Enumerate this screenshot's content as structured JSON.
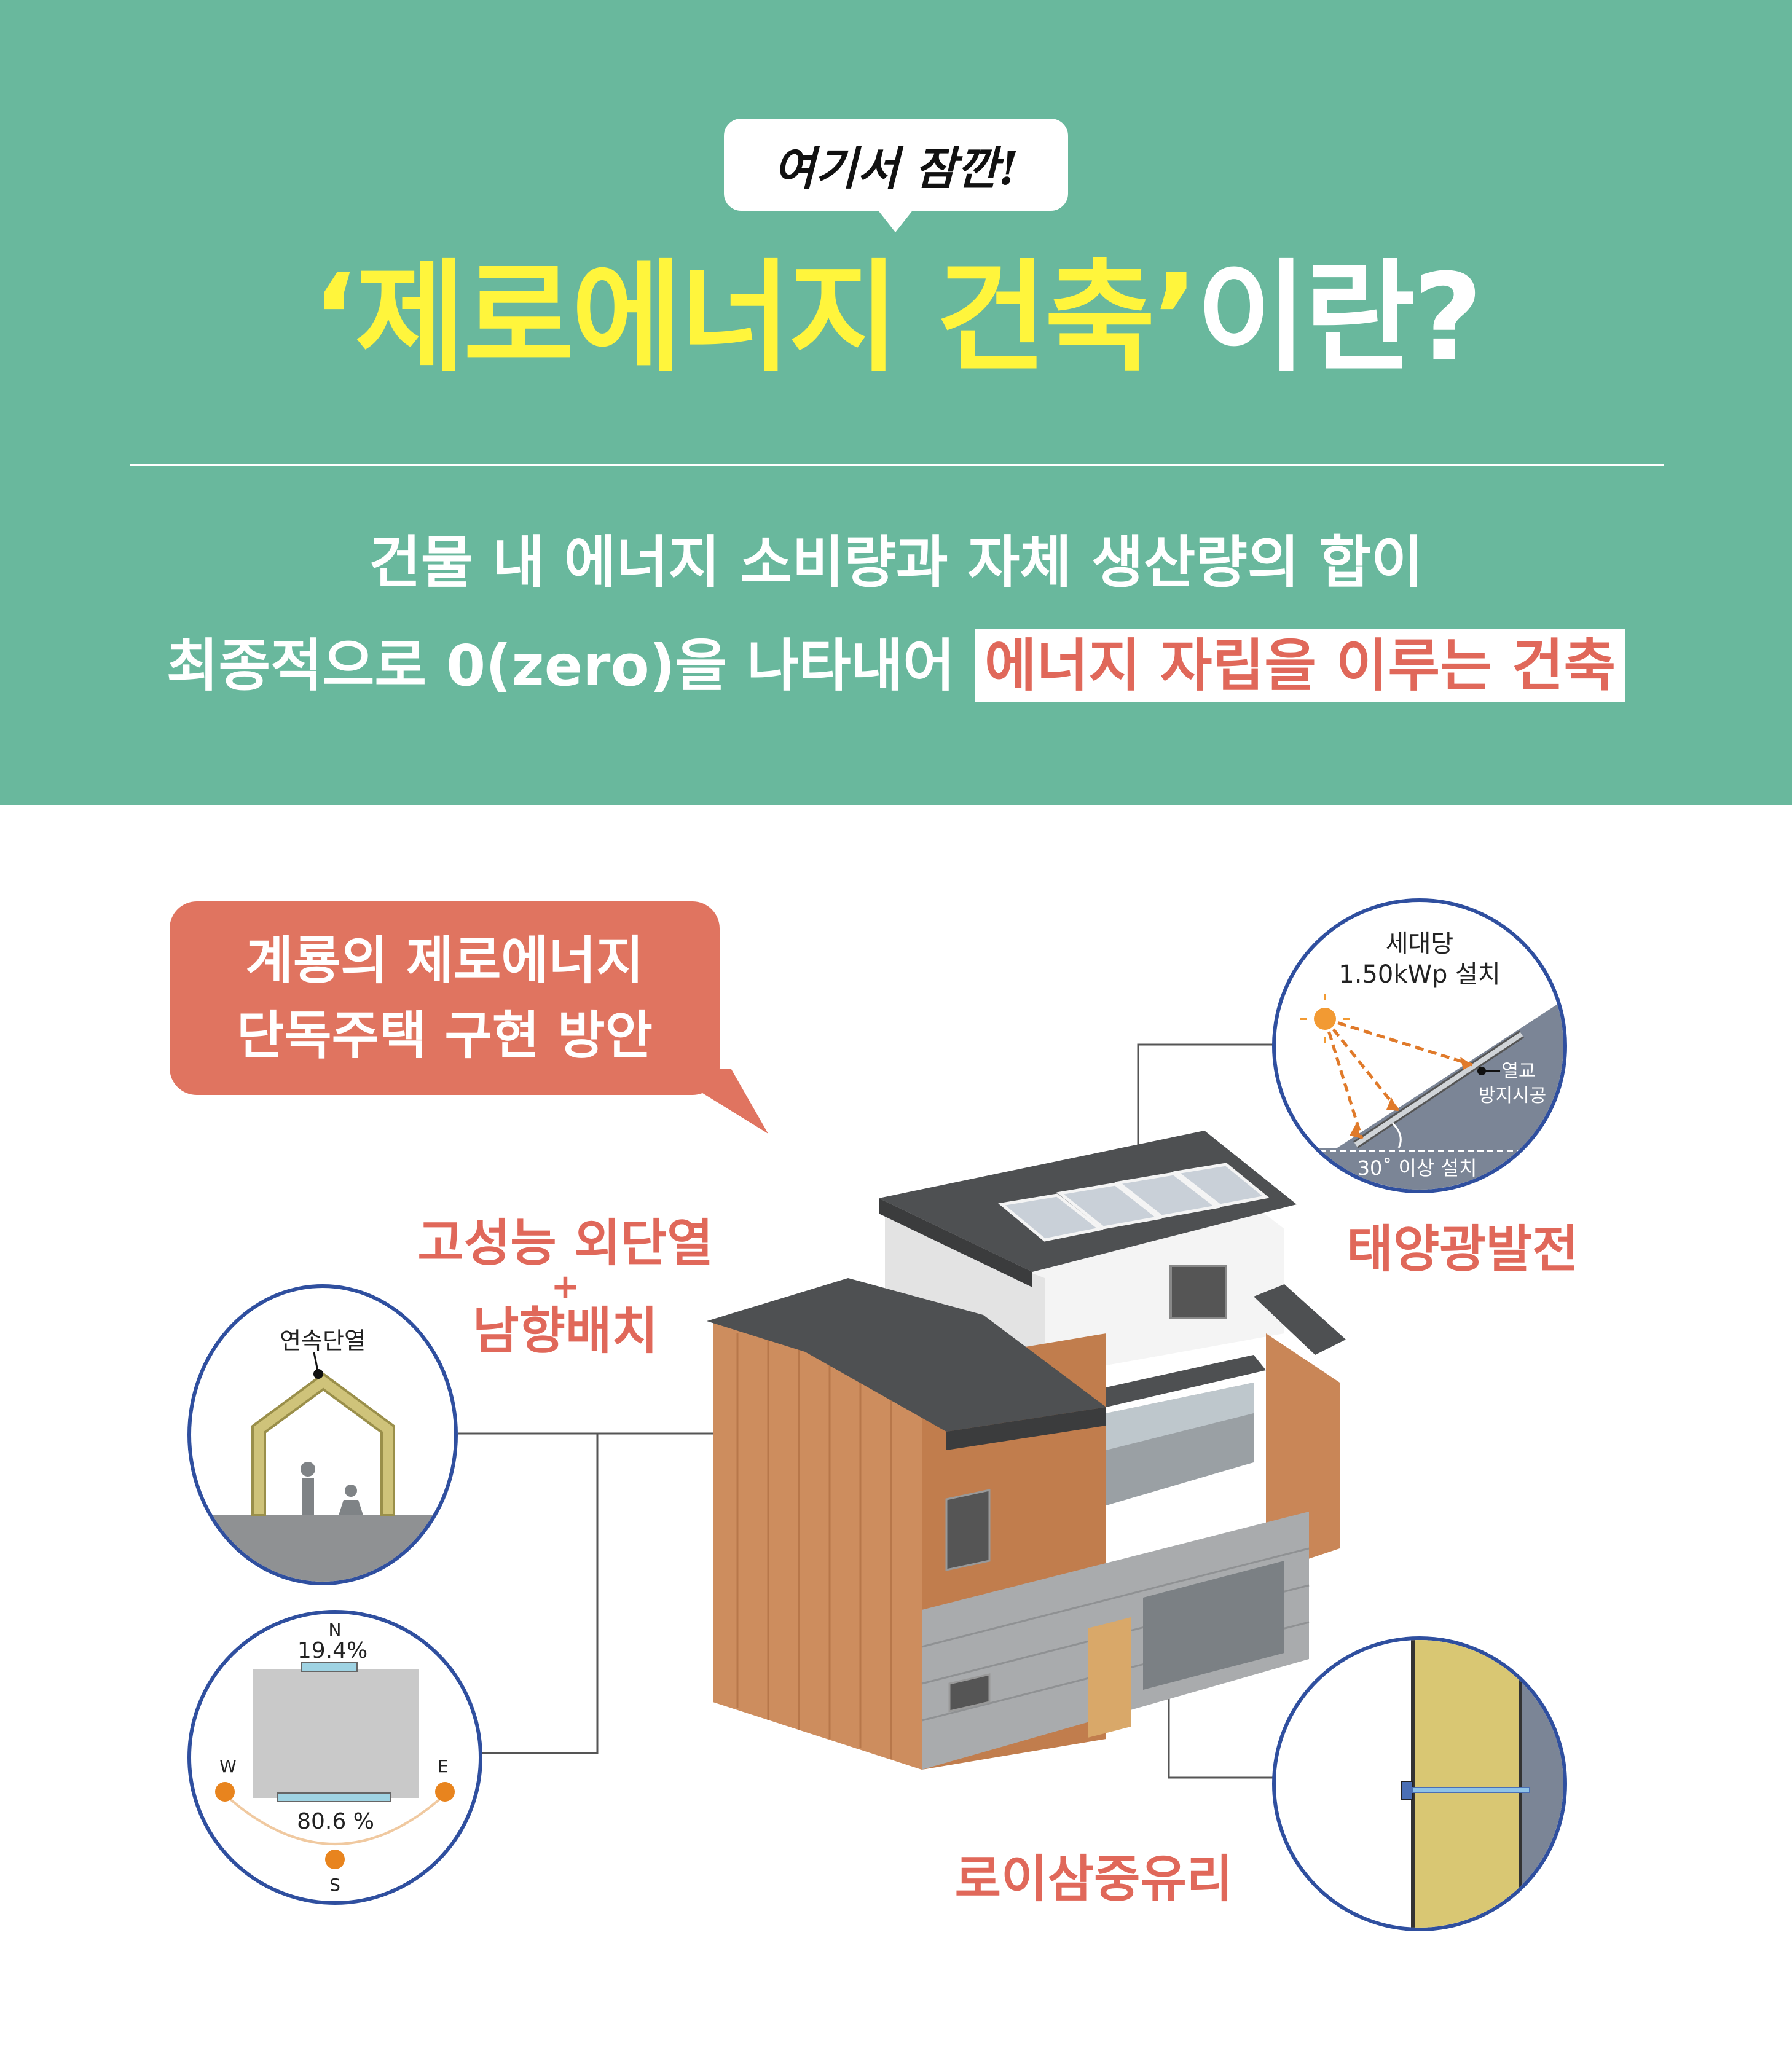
{
  "header": {
    "tag": "여기서 잠깐!",
    "title_highlight": "‘제로에너지 건축’",
    "title_rest": "이란?",
    "desc_line1": "건물 내 에너지 소비량과 자체 생산량의 합이",
    "desc_line2_prefix": "최종적으로 0(zero)을 나타내어 ",
    "desc_line2_highlight": "에너지 자립을 이루는 건축"
  },
  "bubble": {
    "line1": "계룡의 제로에너지",
    "line2": "단독주택 구현 방안"
  },
  "features": {
    "insulation_line1": "고성능 외단열",
    "plus": "+",
    "insulation_line2": "남향배치",
    "solar": "태양광발전",
    "glass": "로이삼중유리"
  },
  "solar_detail": {
    "line1": "세대당",
    "line2": "1.50kWp 설치",
    "thermal_line1": "열교",
    "thermal_line2": "방지시공",
    "angle": "30˚ 이상 설치"
  },
  "insulation_detail": {
    "label": "연속단열"
  },
  "orientation_detail": {
    "north": "N",
    "south": "S",
    "west": "W",
    "east": "E",
    "north_pct": "19.4%",
    "south_pct": "80.6 %"
  },
  "colors": {
    "header_bg": "#69b89d",
    "title_highlight": "#fff53c",
    "accent": "#e0685a",
    "circle_border": "#2f4f9f"
  }
}
